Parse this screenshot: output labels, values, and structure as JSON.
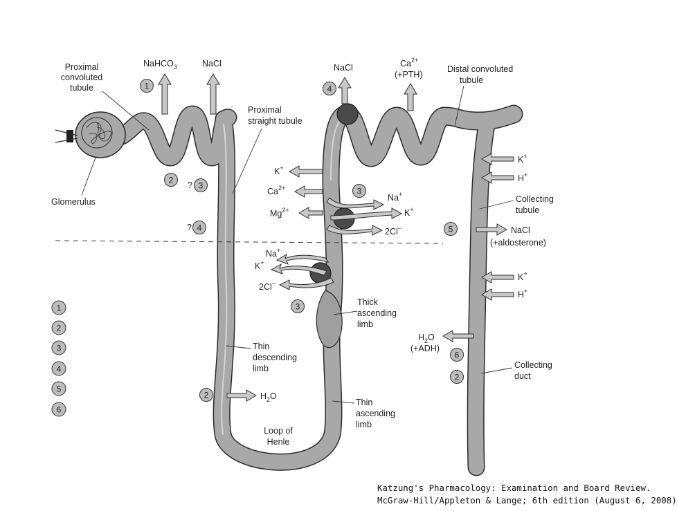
{
  "labels": {
    "proximal_convoluted_1": "Proximal",
    "proximal_convoluted_2": "convoluted",
    "proximal_convoluted_3": "tubule",
    "glomerulus": "Glomerulus",
    "proximal_straight_1": "Proximal",
    "proximal_straight_2": "straight tubule",
    "distal_convoluted_1": "Distal convoluted",
    "distal_convoluted_2": "tubule",
    "collecting_tubule_1": "Collecting",
    "collecting_tubule_2": "tubule",
    "thick_ascending_1": "Thick",
    "thick_ascending_2": "ascending",
    "thick_ascending_3": "limb",
    "thin_descending_1": "Thin",
    "thin_descending_2": "descending",
    "thin_descending_3": "limb",
    "thin_ascending_1": "Thin",
    "thin_ascending_2": "ascending",
    "thin_ascending_3": "limb",
    "loop_henle_1": "Loop of",
    "loop_henle_2": "Henle",
    "collecting_duct_1": "Collecting",
    "collecting_duct_2": "duct"
  },
  "ions": {
    "nahco3": "NaHCO",
    "nahco3_sub": "3",
    "nacl_proximal": "NaCl",
    "nacl_distal": "NaCl",
    "ca": "Ca",
    "ca_sup": "2+",
    "pth": "(+PTH)",
    "k_tal_out": "K",
    "k_tal_out_sup": "+",
    "ca_tal": "Ca",
    "ca_tal_sup": "2+",
    "mg_tal": "Mg",
    "mg_tal_sup": "2+",
    "na_tal_upper": "Na",
    "na_tal_upper_sup": "+",
    "k_tal_upper": "K",
    "k_tal_upper_sup": "+",
    "cl_tal_upper": "2Cl",
    "cl_tal_upper_sup": "−",
    "na_tal_lower": "Na",
    "na_tal_lower_sup": "+",
    "k_tal_lower": "K",
    "k_tal_lower_sup": "+",
    "cl_tal_lower": "2Cl",
    "cl_tal_lower_sup": "−",
    "k_collect_1": "K",
    "k_collect_1_sup": "+",
    "h_collect_1": "H",
    "h_collect_1_sup": "+",
    "nacl_collect": "NaCl",
    "aldosterone": "(+aldosterone)",
    "k_collect_2": "K",
    "k_collect_2_sup": "+",
    "h_collect_2": "H",
    "h_collect_2_sup": "+",
    "h2o_duct": "H",
    "h2o_duct_sub": "2",
    "h2o_duct_o": "O",
    "adh": "(+ADH)",
    "h2o_loop": "H",
    "h2o_loop_sub": "2",
    "h2o_loop_o": "O"
  },
  "markers": {
    "m1_top": "1",
    "m2_pct": "2",
    "q3": "?",
    "m3_pst": "3",
    "q4": "?",
    "m4_pst": "4",
    "m4_dct": "4",
    "m3_tal_upper": "3",
    "m3_tal_lower": "3",
    "m5_ct": "5",
    "m6_duct": "6",
    "m2_duct": "2",
    "m2_loop": "2"
  },
  "legend_numbers": [
    "1",
    "2",
    "3",
    "4",
    "5",
    "6"
  ],
  "credit": {
    "line1": "Katzung's Pharmacology: Examination and Board Review.",
    "line2": "McGraw-Hill/Appleton & Lange; 6th edition (August 6, 2008)"
  }
}
